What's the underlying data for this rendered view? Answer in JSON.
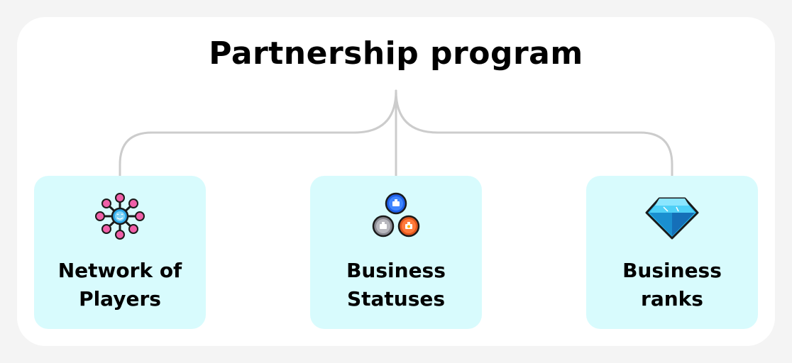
{
  "title": "Partnership program",
  "colors": {
    "background": "#f4f4f4",
    "panel": "#ffffff",
    "card": "#d8fbfd",
    "connector": "#cccccc",
    "text": "#000000"
  },
  "cards": [
    {
      "icon": "network-icon",
      "line1": "Network of",
      "line2": "Players"
    },
    {
      "icon": "business-statuses-icon",
      "line1": "Business",
      "line2": "Statuses"
    },
    {
      "icon": "diamond-icon",
      "line1": "Business",
      "line2": "ranks"
    }
  ]
}
